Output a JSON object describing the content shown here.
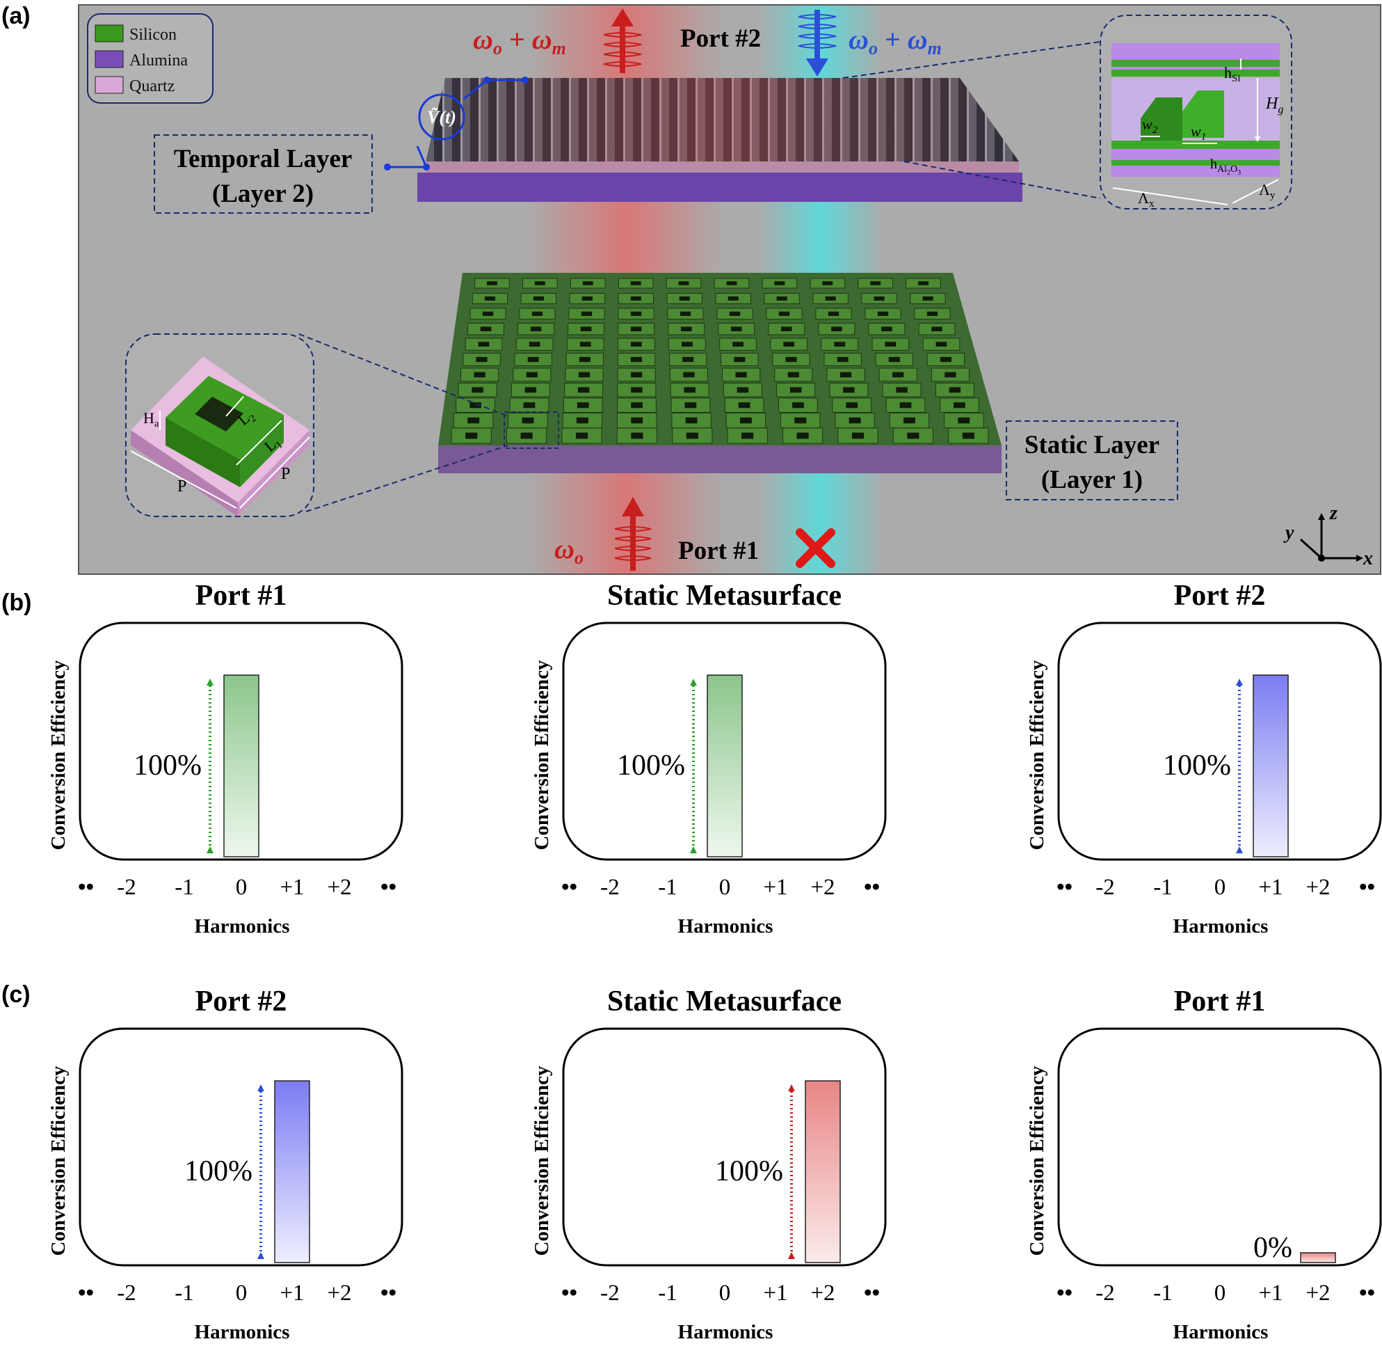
{
  "panels": {
    "a": "(a)",
    "b": "(b)",
    "c": "(c)"
  },
  "legend": [
    {
      "label": "Silicon",
      "color": "#3a9a1e"
    },
    {
      "label": "Alumina",
      "color": "#7a4fb5"
    },
    {
      "label": "Quartz",
      "color": "#d9a8d6"
    }
  ],
  "diagram": {
    "temporal_layer_line1": "Temporal Layer",
    "temporal_layer_line2": "(Layer 2)",
    "static_layer_line1": "Static Layer",
    "static_layer_line2": "(Layer 1)",
    "voltage_symbol": "Ṽ(t)",
    "port2_label": "Port #2",
    "port1_label": "Port #1",
    "out_freq_omega": "ω",
    "out_freq_sub_o": "o",
    "out_freq_plus": " + ",
    "out_freq_sub_m": "m",
    "in_freq_omega": "ω",
    "in_freq_sub_o": "o",
    "in_freq_plus": " + ",
    "in_freq_sub_m": "m",
    "bottom_freq_omega": "ω",
    "bottom_freq_sub_o": "o",
    "inset_top": {
      "h_si_main": "h",
      "h_si_sub": "Si",
      "h_g_main": "H",
      "h_g_sub": "g",
      "w2_main": "w",
      "w2_sub": "2",
      "w1_main": "w",
      "w1_sub": "1",
      "h_al_main": "h",
      "h_al_sub": "Al",
      "h_al_sub2": "2",
      "h_al_o": "O",
      "h_al_sub3": "3",
      "lambda_x_main": "Λ",
      "lambda_x_sub": "x",
      "lambda_y_main": "Λ",
      "lambda_y_sub": "y"
    },
    "inset_bottom": {
      "ha_main": "H",
      "ha_sub": "a",
      "l2_main": "L",
      "l2_sub": "2",
      "l1_main": "L",
      "l1_sub": "1",
      "p1": "P",
      "p2": "P"
    },
    "axes": {
      "z": "z",
      "y": "y",
      "x": "x"
    },
    "colors": {
      "red_beam": "#ff5a5a",
      "cyan_beam": "#3ff0f0",
      "background": "#ababab"
    }
  },
  "axis_common": {
    "ylabel": "Conversion Efficiency",
    "xlabel": "Harmonics",
    "tick_labels": [
      "-2",
      "-1",
      "0",
      "+1",
      "+2"
    ],
    "dots": "••"
  },
  "chart_data": [
    {
      "type": "bar",
      "panel": "b",
      "title": "Port #1",
      "categories": [
        "-2",
        "-1",
        "0",
        "+1",
        "+2"
      ],
      "values": [
        0,
        0,
        100,
        0,
        0
      ],
      "value_label": "100%",
      "color": "#3aa83a",
      "xlabel": "Harmonics",
      "ylabel": "Conversion Efficiency",
      "ylim": [
        0,
        100
      ]
    },
    {
      "type": "bar",
      "panel": "b",
      "title": "Static Metasurface",
      "categories": [
        "-2",
        "-1",
        "0",
        "+1",
        "+2"
      ],
      "values": [
        0,
        0,
        100,
        0,
        0
      ],
      "value_label": "100%",
      "color": "#3aa83a",
      "xlabel": "Harmonics",
      "ylabel": "Conversion Efficiency",
      "ylim": [
        0,
        100
      ]
    },
    {
      "type": "bar",
      "panel": "b",
      "title": "Port #2",
      "categories": [
        "-2",
        "-1",
        "0",
        "+1",
        "+2"
      ],
      "values": [
        0,
        0,
        0,
        100,
        0
      ],
      "value_label": "100%",
      "color": "#4a4af0",
      "xlabel": "Harmonics",
      "ylabel": "Conversion Efficiency",
      "ylim": [
        0,
        100
      ]
    },
    {
      "type": "bar",
      "panel": "c",
      "title": "Port #2",
      "categories": [
        "-2",
        "-1",
        "0",
        "+1",
        "+2"
      ],
      "values": [
        0,
        0,
        0,
        100,
        0
      ],
      "value_label": "100%",
      "color": "#4a4af0",
      "xlabel": "Harmonics",
      "ylabel": "Conversion Efficiency",
      "ylim": [
        0,
        100
      ]
    },
    {
      "type": "bar",
      "panel": "c",
      "title": "Static Metasurface",
      "categories": [
        "-2",
        "-1",
        "0",
        "+1",
        "+2"
      ],
      "values": [
        0,
        0,
        0,
        0,
        100
      ],
      "value_label": "100%",
      "color": "#e05050",
      "xlabel": "Harmonics",
      "ylabel": "Conversion Efficiency",
      "ylim": [
        0,
        100
      ]
    },
    {
      "type": "bar",
      "panel": "c",
      "title": "Port #1",
      "categories": [
        "-2",
        "-1",
        "0",
        "+1",
        "+2"
      ],
      "values": [
        0,
        0,
        0,
        0,
        0
      ],
      "value_label": "0%",
      "color": "#e05050",
      "xlabel": "Harmonics",
      "ylabel": "Conversion Efficiency",
      "ylim": [
        0,
        100
      ]
    }
  ]
}
